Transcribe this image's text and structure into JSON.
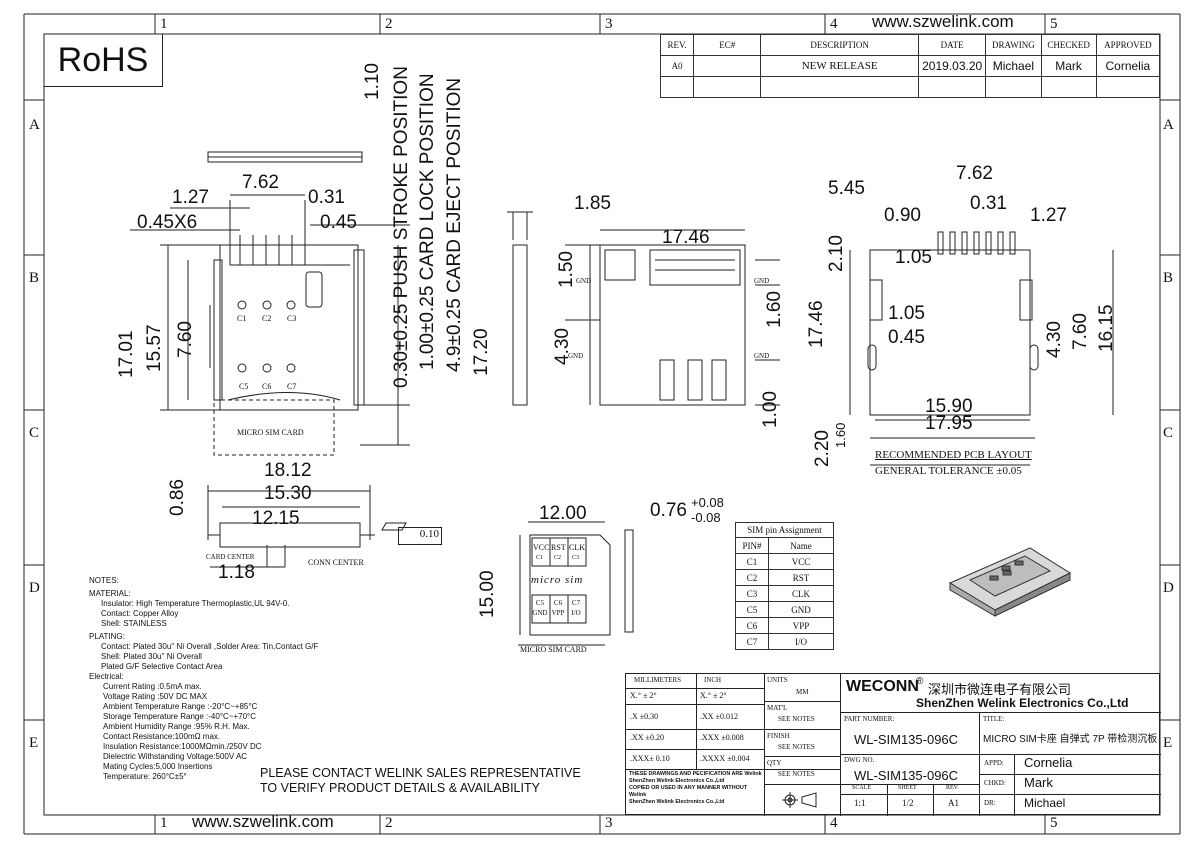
{
  "header": {
    "url": "www.szwelink.com",
    "rohs": "RoHS",
    "grid_cols": [
      "1",
      "2",
      "3",
      "4",
      "5"
    ],
    "grid_rows": [
      "A",
      "B",
      "C",
      "D",
      "E"
    ]
  },
  "revision_table": {
    "headers": [
      "REV.",
      "EC#",
      "DESCRIPTION",
      "DATE",
      "DRAWING",
      "CHECKED",
      "APPROVED"
    ],
    "row": [
      "A0",
      "",
      "NEW RELEASE",
      "2019.03.20",
      "Michael",
      "Mark",
      "Cornelia"
    ]
  },
  "side_view": {
    "dims": [
      "1.10",
      "1.27",
      "7.62",
      "0.31",
      "0.45X6",
      "0.45",
      "17.01",
      "15.57",
      "7.60",
      "17.20"
    ],
    "position_labels": [
      "0.30±0.25 PUSH STROKE POSITION",
      "1.00±0.25 CARD LOCK POSITION",
      "4.9±0.25 CARD EJECT POSITION"
    ],
    "pin_labels": [
      "C1",
      "C2",
      "C3",
      "C5",
      "C6",
      "C7"
    ],
    "card_label": "MICRO SIM CARD"
  },
  "center_view": {
    "dims": [
      "1.85",
      "17.46",
      "1.50",
      "4.30",
      "1.60",
      "1.00"
    ],
    "gnd": "GND"
  },
  "pcb_layout": {
    "dims": [
      "5.45",
      "7.62",
      "0.90",
      "0.31",
      "1.27",
      "2.10",
      "1.05",
      "1.05",
      "0.45",
      "17.46",
      "4.30",
      "7.60",
      "16.15",
      "15.90",
      "17.95",
      "2.20",
      "1.60"
    ],
    "title": "RECOMMENDED PCB LAYOUT",
    "tolerance": "GENERAL TOLERANCE ±0.05"
  },
  "front_view": {
    "dims": [
      "0.86",
      "18.12",
      "15.30",
      "12.15",
      "1.18"
    ],
    "flatness": "0.10",
    "card_center": "CARD CENTER",
    "conn_center": "CONN CENTER"
  },
  "sim_card": {
    "width": "12.00",
    "height": "15.00",
    "thickness": "0.76",
    "tol_plus": "+0.08",
    "tol_minus": "-0.08",
    "contacts": [
      "VCC",
      "RST",
      "CLK",
      "C5 GND",
      "C6 VPP",
      "C7 I/O"
    ],
    "contact_top_sub": [
      "C1",
      "C2",
      "C3"
    ],
    "text": "micro sim",
    "label": "MICRO SIM CARD"
  },
  "pin_table": {
    "title": "SIM pin Assignment",
    "headers": [
      "PIN#",
      "Name"
    ],
    "rows": [
      [
        "C1",
        "VCC"
      ],
      [
        "C2",
        "RST"
      ],
      [
        "C3",
        "CLK"
      ],
      [
        "C5",
        "GND"
      ],
      [
        "C6",
        "VPP"
      ],
      [
        "C7",
        "I/O"
      ]
    ]
  },
  "notes": {
    "title": "NOTES:",
    "material_title": "MATERIAL:",
    "material": [
      "Insulator: High Temperature Thermoplastic,UL 94V-0.",
      "Contact: Copper Alloy",
      "Shell: STAINLESS"
    ],
    "plating_title": "PLATING:",
    "plating": [
      "Contact: Plated 30u'' Ni Overall ,Solder Area: Tin,Contact G/F",
      "Shell: Plated 30u'' Ni Overall",
      "Plated G/F Selective Contact Area"
    ],
    "electrical_title": "Electrical:",
    "electrical": [
      "Current Rating :0.5mA max.",
      "Voltage Rating :50V DC MAX",
      "Ambient Temperature Range :-20°C~+85°C",
      "Storage Temperature Range :-40°C~+70°C",
      "Ambient Humidity Range :95% R.H. Max.",
      "Contact Resistance:100mΩ max.",
      "Insulation Resistance:1000MΩmin./250V DC",
      "Dielectric Withstanding Voltage:500V AC",
      "Mating Cycles:5,000 Insertions",
      "Temperature: 260°C±5°"
    ],
    "contact_msg": [
      "PLEASE CONTACT WELINK SALES REPRESENTATIVE",
      "TO VERIFY PRODUCT DETAILS & AVAILABILITY"
    ]
  },
  "title_block": {
    "mm": "MILLIMETERS",
    "inch": "INCH",
    "tol_rows": [
      [
        "X.° ± 2°",
        "X.° ± 2°"
      ],
      [
        ".X ±0.30",
        ".XX ±0.012"
      ],
      [
        ".XX ±0.20",
        ".XXX ±0.008"
      ],
      [
        ".XXX± 0.10",
        ".XXXX ±0.004"
      ]
    ],
    "units": "UNITS",
    "units_val": "MM",
    "matl": "MAT'L",
    "finish": "FINISH",
    "qty": "QTY",
    "see_notes": "SEE NOTES",
    "disclaimer": [
      "THESE DRAWINGS AND PECIFICATION ARE Welink",
      "ShenZhen Welink Electronics Co.,Ltd",
      "COPIED OR USED IN ANY MANNER WITHOUT Welink",
      "ShenZhen Welink Electronics Co.,Ltd"
    ],
    "brand": "WECONN",
    "company_cn": "深圳市微连电子有限公司",
    "company_en": "ShenZhen Welink Electronics Co.,Ltd",
    "part_number_label": "PART NUMBER:",
    "part_number": "WL-SIM135-096C",
    "dwg_no_label": "DWG NO.",
    "dwg_no": "WL-SIM135-096C",
    "title_label": "TITLE:",
    "title": "MICRO SIM卡座 自弹式 7P 带检测沉板",
    "scale_label": "SCALE",
    "scale": "1:1",
    "sheet_label": "SHEET",
    "sheet": "1/2",
    "rev_label": "REV.",
    "rev": "A1",
    "appd_label": "APPD:",
    "appd": "Cornelia",
    "chkd_label": "CHKD:",
    "chkd": "Mark",
    "dr_label": "DR:",
    "dr": "Michael"
  }
}
